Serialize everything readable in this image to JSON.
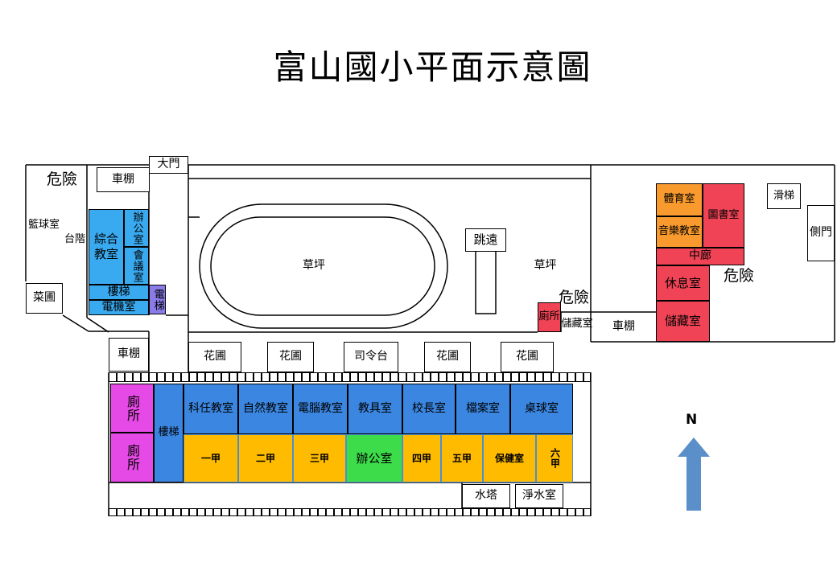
{
  "title": "富山國小平面示意圖",
  "labels": {
    "danger": "危險",
    "basketball": "籃球室",
    "steps": "台階",
    "vegetable": "菜圃",
    "bikeshed": "車棚",
    "gate": "大門",
    "general_classroom": "綜合教室",
    "office_small": "辦公室",
    "meeting": "會議室",
    "stairs": "樓梯",
    "elevator": "電梯",
    "motor_room": "電機室",
    "lawn": "草坪",
    "long_jump": "跳遠",
    "toilet": "廁所",
    "storage": "儲藏室",
    "pe_room": "體育室",
    "library": "圖書室",
    "music": "音樂教室",
    "corridor": "中廊",
    "lounge": "休息室",
    "slide": "滑梯",
    "side_gate": "側門",
    "flowerbed": "花圃",
    "podium": "司令台",
    "subject": "科任教室",
    "science": "自然教室",
    "computer": "電腦教室",
    "equipment": "教具室",
    "principal": "校長室",
    "archive": "檔案室",
    "pingpong": "桌球室",
    "c1": "一甲",
    "c2": "二甲",
    "c3": "三甲",
    "office": "辦公室",
    "c4": "四甲",
    "c5": "五甲",
    "health": "保健室",
    "c6": "六甲",
    "water_tower": "水塔",
    "purifier": "淨水室",
    "north": "N"
  },
  "colors": {
    "light_blue": "#3aaaf0",
    "royal_blue": "#3b86e0",
    "magenta": "#e64ae6",
    "yellow": "#ffbb00",
    "green": "#3ddc4a",
    "red": "#f04456",
    "orange": "#f99a2e",
    "violet": "#8a7ce8",
    "arrow": "#5b8fc9"
  }
}
